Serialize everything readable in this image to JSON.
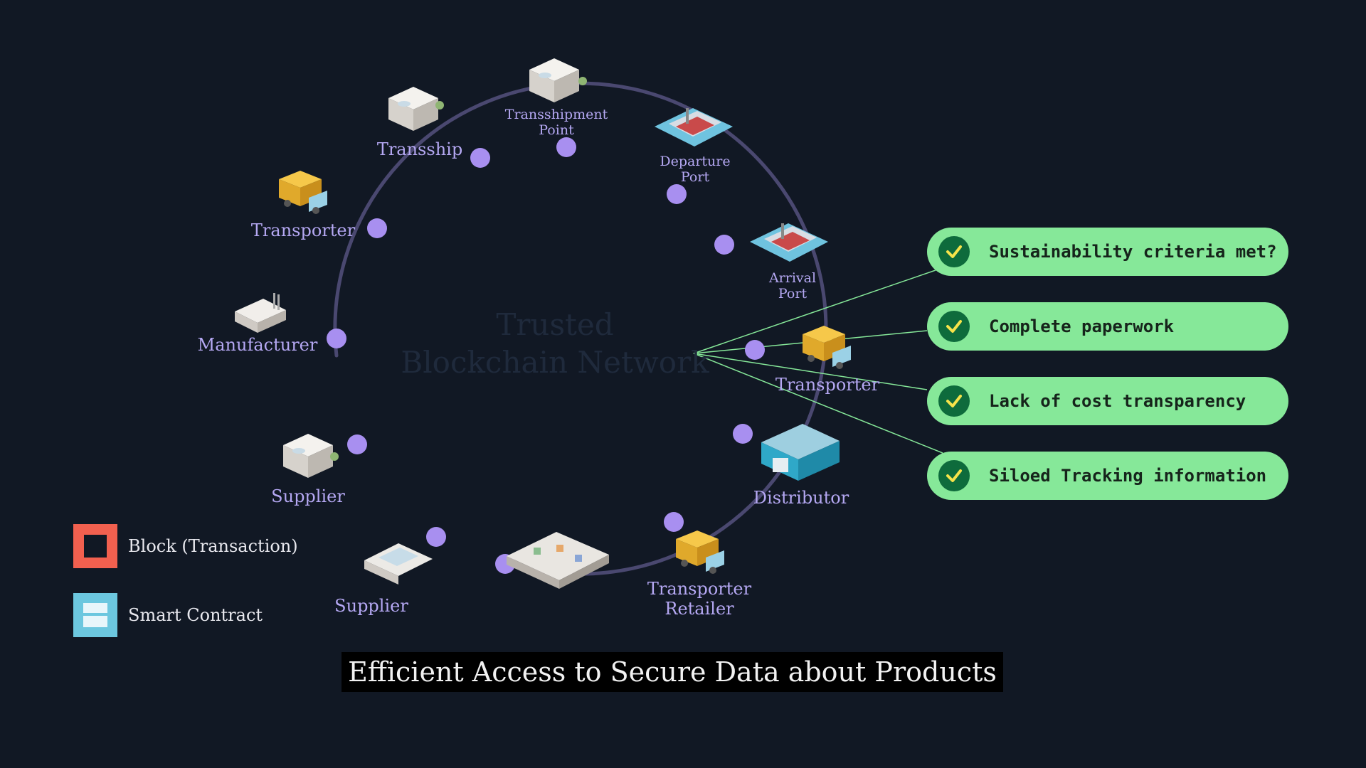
{
  "center_label": "Trusted\nBlockchain Network",
  "nodes": [
    {
      "label": "Manufacturer"
    },
    {
      "label": "Transporter"
    },
    {
      "label": "Transship"
    },
    {
      "label": "Transshipment\nPoint"
    },
    {
      "label": "Departure\nPort"
    },
    {
      "label": "Arrival\nPort"
    },
    {
      "label": "Transporter"
    },
    {
      "label": "Distributor"
    },
    {
      "label": "Transporter\nRetailer"
    },
    {
      "label": "Supplier"
    },
    {
      "label": "Supplier"
    }
  ],
  "checks": [
    {
      "text": "Sustainability criteria met?"
    },
    {
      "text": "Complete paperwork"
    },
    {
      "text": "Lack of cost transparency"
    },
    {
      "text": "Siloed Tracking information"
    }
  ],
  "legend": {
    "block_label": "Block (Transaction)",
    "contract_label": "Smart Contract"
  },
  "footer": "Efficient Access to Secure Data about Products",
  "colors": {
    "background": "#111824",
    "node_dot": "#a88ff0",
    "ring": "#4a4870",
    "label": "#b5a8f3",
    "check_bg": "#86e899",
    "check_icon": "#0e6b3c",
    "block": "#f2604f",
    "contract": "#6cc7df"
  }
}
